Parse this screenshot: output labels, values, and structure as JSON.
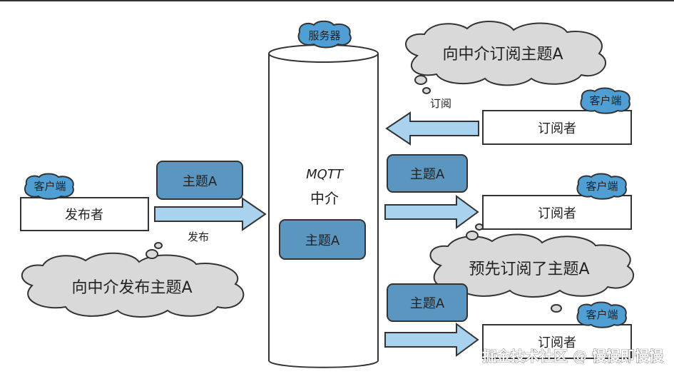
{
  "server": {
    "badge": "服务器",
    "name_line1": "MQTT",
    "name_line2": "中介",
    "topic": "主题A"
  },
  "publisher": {
    "badge": "客户端",
    "label": "发布者",
    "topic": "主题A",
    "action": "发布",
    "thought": "向中介发布主题A"
  },
  "subscribers": [
    {
      "badge": "客户端",
      "label": "订阅者",
      "action": "订阅",
      "thought": "向中介订阅主题A"
    },
    {
      "badge": "客户端",
      "label": "订阅者",
      "topic": "主题A"
    },
    {
      "badge": "客户端",
      "label": "订阅者",
      "topic": "主题A"
    }
  ],
  "preset_thought": "预先订阅了主题A",
  "watermark": "掘金技术社区 @ 慢慢即慢慢",
  "colors": {
    "topic_box": "#5a96bf",
    "badge": "#4f9fd4",
    "arrow": "#a9d2ee",
    "cloud": "#d9d9d9",
    "outline": "#333333"
  }
}
